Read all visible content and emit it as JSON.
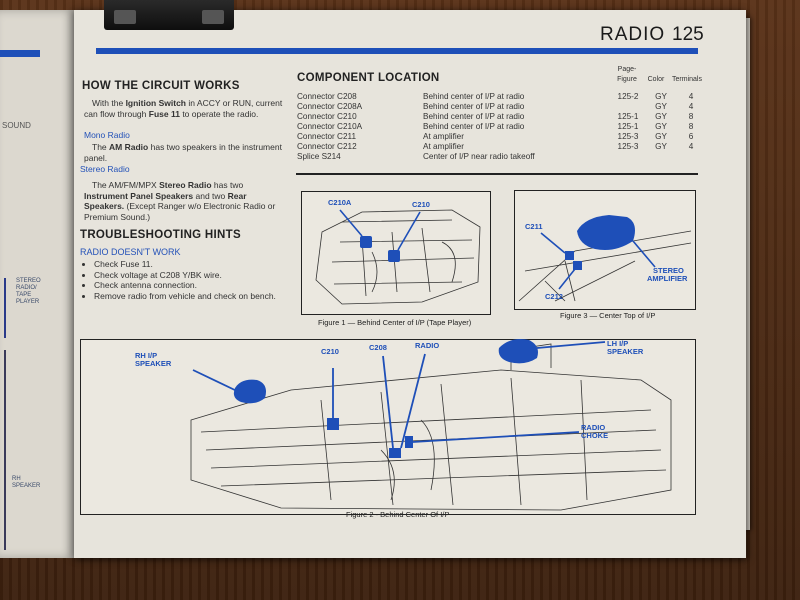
{
  "header": {
    "title": "RADIO",
    "page_number": "125"
  },
  "how_circuit": {
    "heading": "HOW THE CIRCUIT WORKS",
    "intro_1": "With the",
    "intro_bold_1": "Ignition Switch",
    "intro_2": "in ACCY or RUN, current can flow through",
    "intro_bold_2": "Fuse 11",
    "intro_3": "to operate the radio.",
    "mono_head": "Mono Radio",
    "mono_1": "The",
    "mono_bold": "AM Radio",
    "mono_2": "has two speakers in the instrument panel.",
    "stereo_head": "Stereo Radio",
    "stereo_1": "The AM/FM/MPX",
    "stereo_bold_1": "Stereo Radio",
    "stereo_2": "has two",
    "stereo_bold_2": "Instrument Panel Speakers",
    "stereo_3": "and two",
    "stereo_bold_3": "Rear Speakers.",
    "stereo_4": "(Except Ranger w/o Electronic Radio or Premium Sound.)"
  },
  "troubleshooting": {
    "heading": "TROUBLESHOOTING HINTS",
    "sub": "RADIO DOESN'T WORK",
    "hints": [
      "Check Fuse 11.",
      "Check voltage at C208 Y/BK    wire.",
      "Check antenna connection.",
      "Remove radio from vehicle and check on bench."
    ]
  },
  "component_location": {
    "heading": "COMPONENT LOCATION",
    "col_page": "Page-",
    "col_figure": "Figure",
    "col_color": "Color",
    "col_terminals": "Terminals",
    "rows": [
      {
        "name": "Connector C208",
        "location": "Behind center of I/P at radio",
        "figure": "125-2",
        "color": "GY",
        "terminals": "4"
      },
      {
        "name": "Connector C208A",
        "location": "Behind center of I/P at radio",
        "figure": "",
        "color": "GY",
        "terminals": "4"
      },
      {
        "name": "Connector C210",
        "location": "Behind center of I/P at radio",
        "figure": "125-1",
        "color": "GY",
        "terminals": "8"
      },
      {
        "name": "Connector C210A",
        "location": "Behind center of I/P at radio",
        "figure": "125-1",
        "color": "GY",
        "terminals": "8"
      },
      {
        "name": "Connector C211",
        "location": "At amplifier",
        "figure": "125-3",
        "color": "GY",
        "terminals": "6"
      },
      {
        "name": "Connector C212",
        "location": "At amplifier",
        "figure": "125-3",
        "color": "GY",
        "terminals": "4"
      },
      {
        "name": "Splice S214",
        "location": "Center of I/P near radio takeoff",
        "figure": "",
        "color": "",
        "terminals": ""
      }
    ]
  },
  "figure1": {
    "caption": "Figure 1 — Behind Center of I/P (Tape Player)",
    "labels": [
      "C210A",
      "C210"
    ]
  },
  "figure3": {
    "caption": "Figure 3 — Center Top of I/P",
    "labels": [
      "C211",
      "STEREO",
      "AMPLIFIER",
      "C212"
    ]
  },
  "figure2": {
    "caption": "Figure 2 - Behind Center Of I/P",
    "labels": {
      "rh_1": "RH I/P",
      "rh_2": "SPEAKER",
      "c210": "C210",
      "c208": "C208",
      "radio": "RADIO",
      "lh_1": "LH I/P",
      "lh_2": "SPEAKER",
      "choke_1": "RADIO",
      "choke_2": "CHOKE"
    }
  },
  "left_page": {
    "bar_label": "SOUND",
    "stereo_1": "STEREO",
    "stereo_2": "RADIO/",
    "stereo_3": "TAPE",
    "stereo_4": "PLAYER",
    "rh_1": "RH",
    "rh_2": "SPEAKER"
  },
  "colors": {
    "accent": "#1e4fb8",
    "text": "#2a2a2a",
    "page": "#e7e4dc"
  }
}
